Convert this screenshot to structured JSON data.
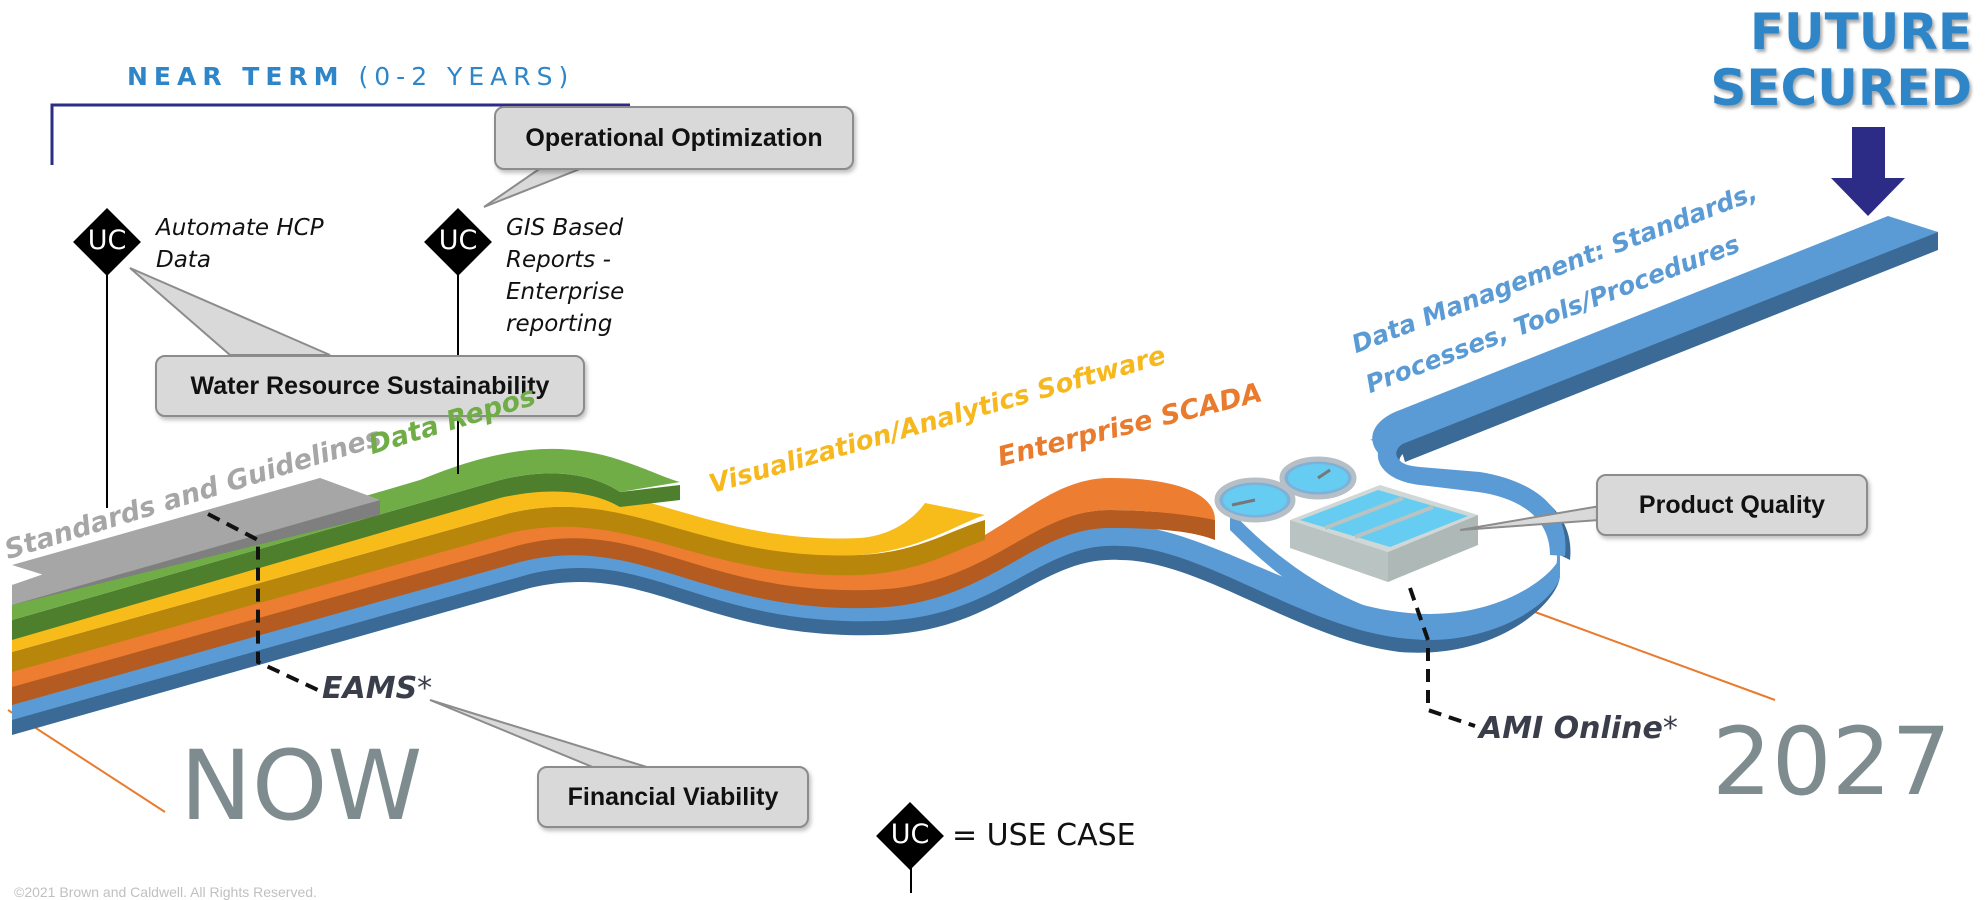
{
  "near_term": {
    "bold": "NEAR TERM",
    "rest": " (0-2 YEARS)"
  },
  "future": {
    "line1": "FUTURE",
    "line2": "SECURED"
  },
  "timeline": {
    "now": "NOW",
    "end_year": "2027"
  },
  "callouts": {
    "operational_optimization": "Operational Optimization",
    "water_resource_sustainability": "Water Resource Sustainability",
    "product_quality": "Product Quality",
    "financial_viability": "Financial Viability"
  },
  "use_cases": [
    {
      "badge": "UC",
      "label": "Automate HCP\nData"
    },
    {
      "badge": "UC",
      "label": "GIS Based\nReports -\nEnterprise\nreporting"
    }
  ],
  "layers": {
    "standards": "Standards and Guidelines",
    "data_repository": "Data Repos",
    "visualization": "Visualization/Analytics Software",
    "scada": "Enterprise SCADA",
    "data_management_1": "Data Management: Standards,",
    "data_management_2": "Processes, Tools/Procedures"
  },
  "systems": {
    "eams": {
      "name": "EAMS",
      "suffix": "*"
    },
    "ami": {
      "name": "AMI Online",
      "suffix": "*"
    }
  },
  "legend": {
    "badge": "UC",
    "text": "= USE CASE"
  },
  "copyright": "©2021 Brown and Caldwell. All Rights Reserved.",
  "colors": {
    "blue": "#3d85c6",
    "orange": "#e97b2e",
    "yellow": "#f6b81c",
    "green": "#6aab3f",
    "gray": "#a6a6a6",
    "accent_blue": "#2e86c9",
    "arrow_navy": "#2c2c86"
  }
}
